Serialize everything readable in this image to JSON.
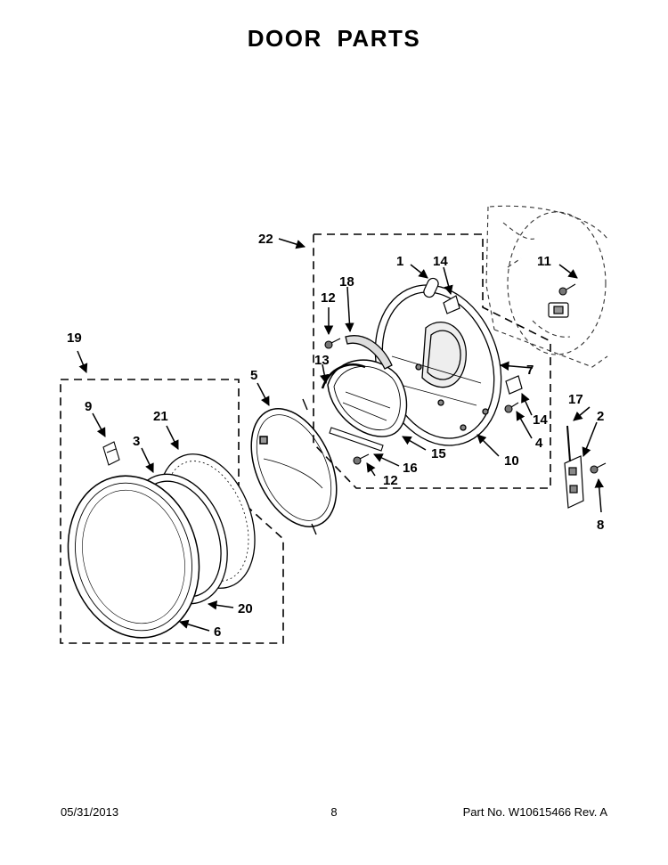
{
  "header": {
    "title": "DOOR PARTS"
  },
  "callouts": {
    "c1": "1",
    "c2": "2",
    "c3": "3",
    "c4": "4",
    "c5": "5",
    "c6": "6",
    "c7": "7",
    "c8": "8",
    "c9": "9",
    "c10": "10",
    "c11": "11",
    "c12a": "12",
    "c12b": "12",
    "c13": "13",
    "c14a": "14",
    "c14b": "14",
    "c15": "15",
    "c16": "16",
    "c17": "17",
    "c18": "18",
    "c19": "19",
    "c20": "20",
    "c21": "21",
    "c22": "22"
  },
  "footer": {
    "date": "05/31/2013",
    "page": "8",
    "part": "Part No.  W10615466  Rev.  A"
  }
}
